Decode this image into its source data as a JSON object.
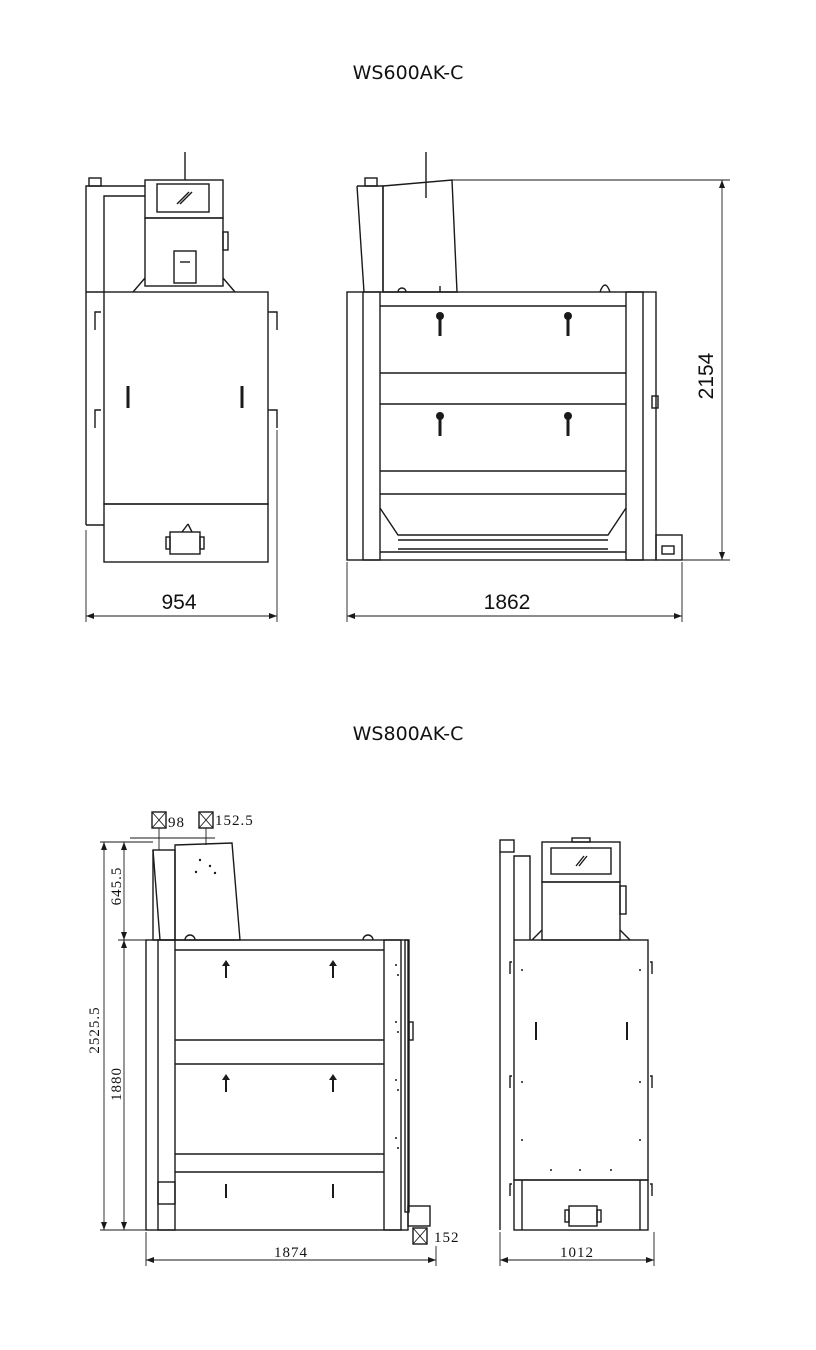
{
  "titles": {
    "model_a": "WS600AK-C",
    "model_b": "WS800AK-C"
  },
  "model_a_dims": {
    "width": "954",
    "length": "1862",
    "height": "2154"
  },
  "model_b_dims": {
    "inlet_1": "98",
    "inlet_2": "152.5",
    "top_section": "645.5",
    "total_height": "2525.5",
    "body_height": "1880",
    "length": "1874",
    "width": "1012",
    "outlet": "152"
  },
  "colors": {
    "line": "#1a1a1a"
  }
}
